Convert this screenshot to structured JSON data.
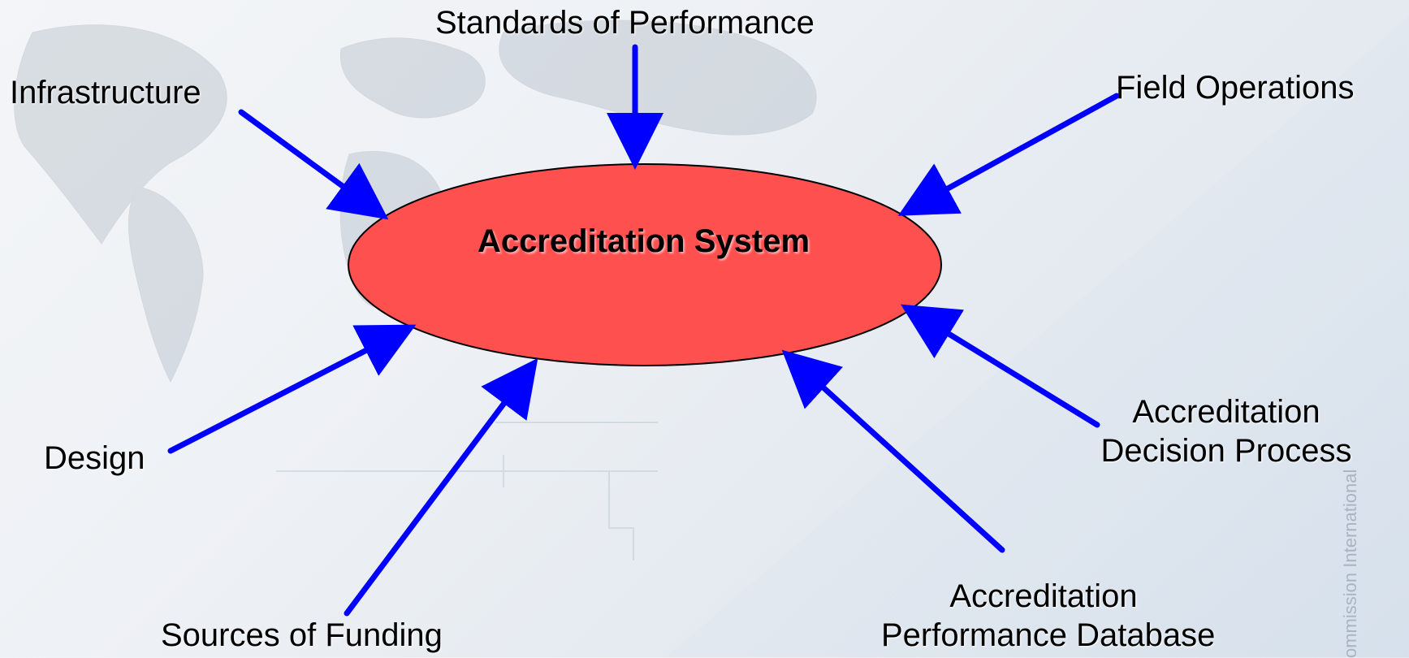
{
  "diagram": {
    "center": {
      "label": "Accreditation System",
      "fill": "#ff5050",
      "stroke": "#000000"
    },
    "arrow_color": "#0000ff",
    "nodes": {
      "standards": "Standards of Performance",
      "infrastructure": "Infrastructure",
      "field_operations": "Field Operations",
      "design": "Design",
      "sources_of_funding": "Sources of Funding",
      "performance_db": [
        "Accreditation",
        "Performance Database"
      ],
      "decision_process": [
        "Accreditation",
        "Decision Process"
      ]
    }
  },
  "watermark": "ommission International"
}
